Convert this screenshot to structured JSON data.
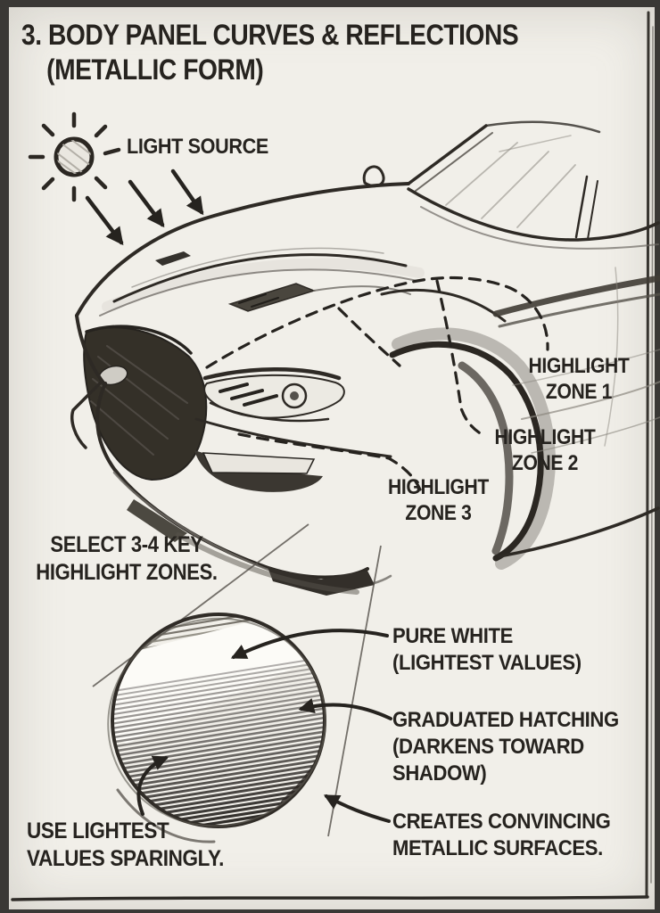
{
  "title": {
    "line1": "3. BODY PANEL CURVES & REFLECTIONS",
    "line2": "(METALLIC FORM)"
  },
  "light": {
    "label": "LIGHT SOURCE"
  },
  "zones": [
    {
      "name": "HIGHLIGHT",
      "num": "ZONE 1"
    },
    {
      "name": "HIGHLIGHT",
      "num": "ZONE 2"
    },
    {
      "name": "HIGHLIGHT",
      "num": "ZONE 3"
    }
  ],
  "tips": {
    "select": {
      "l1": "SELECT 3-4 KEY",
      "l2": "HIGHLIGHT ZONES."
    },
    "pure_white": {
      "l1": "PURE WHITE",
      "l2": "(LIGHTEST VALUES)"
    },
    "graduated": {
      "l1": "GRADUATED HATCHING",
      "l2": "(DARKENS TOWARD",
      "l3": "SHADOW)"
    },
    "metallic": {
      "l1": "CREATES CONVINCING",
      "l2": "METALLIC SURFACES."
    },
    "sparing": {
      "l1": "USE LIGHTEST",
      "l2": "VALUES SPARINGLY."
    }
  },
  "colors": {
    "paper": "#f1efe9",
    "ink": "#26231f",
    "pencil": "#6e6a64",
    "hatch_light": "#8d897f",
    "hatch_dark_start": 172,
    "hatch_dark_end": 34,
    "white_band": "#fcfbf7",
    "frame": "#3a3835"
  }
}
